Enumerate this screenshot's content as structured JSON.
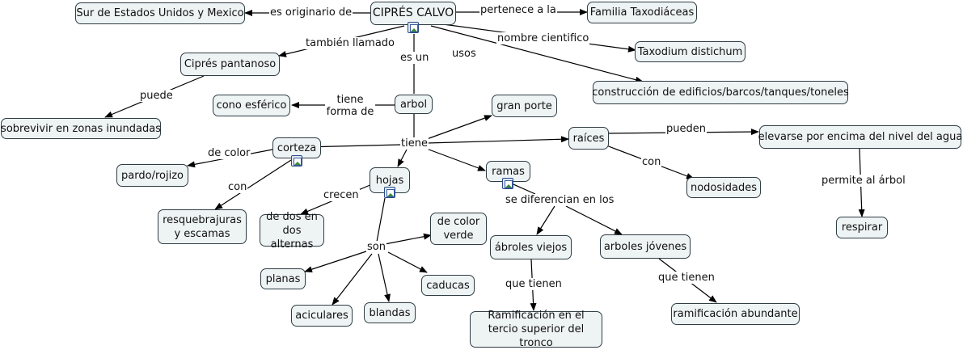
{
  "nodes": {
    "cipres_calvo": "CIPRÉS CALVO",
    "sur_eeuu": "Sur de Estados Unidos y Mexico",
    "familia": "Familia Taxodiáceas",
    "taxodium": "Taxodium distichum",
    "construccion": "construcción de edificios/barcos/tanques/toneles",
    "cipres_pantanoso": "Ciprés pantanoso",
    "sobrevivir": "sobrevivir en zonas inundadas",
    "cono": "cono esférico",
    "arbol": "arbol",
    "gran_porte": "gran porte",
    "corteza": "corteza",
    "raices": "raíces",
    "elevarse": "elevarse por encima del nivel del agua",
    "pardo": "pardo/rojizo",
    "hojas": "hojas",
    "ramas": "ramas",
    "nodosidades": "nodosidades",
    "resquebrajuras": "resquebrajuras y escamas",
    "dos_en_dos": "de dos en dos alternas",
    "color_verde": "de color verde",
    "respirar": "respirar",
    "abroles_viejos": "ábroles viejos",
    "arboles_jovenes": "arboles jóvenes",
    "planas": "planas",
    "caducas": "caducas",
    "aciculares": "aciculares",
    "blandas": "blandas",
    "ramificacion_tercio": "Ramificación en el tercio superior del tronco",
    "ramificacion_abundante": "ramificación abundante"
  },
  "links": {
    "es_originario_de": "es originario de",
    "pertenece_a_la": "pertenece a la",
    "tambien_llamado": "también llamado",
    "nombre_cientifico": "nombre cientifico",
    "es_un": "es un",
    "usos": "usos",
    "puede": "puede",
    "tiene_forma_de": "tiene forma de",
    "tiene": "tiene",
    "pueden": "pueden",
    "de_color": "de color",
    "con_corteza": "con",
    "con_raices": "con",
    "crecen": "crecen",
    "se_diferencian": "se diferencian en los",
    "permite_al_arbol": "permite al árbol",
    "son": "son",
    "que_tienen_1": "que tienen",
    "que_tienen_2": "que tienen"
  }
}
